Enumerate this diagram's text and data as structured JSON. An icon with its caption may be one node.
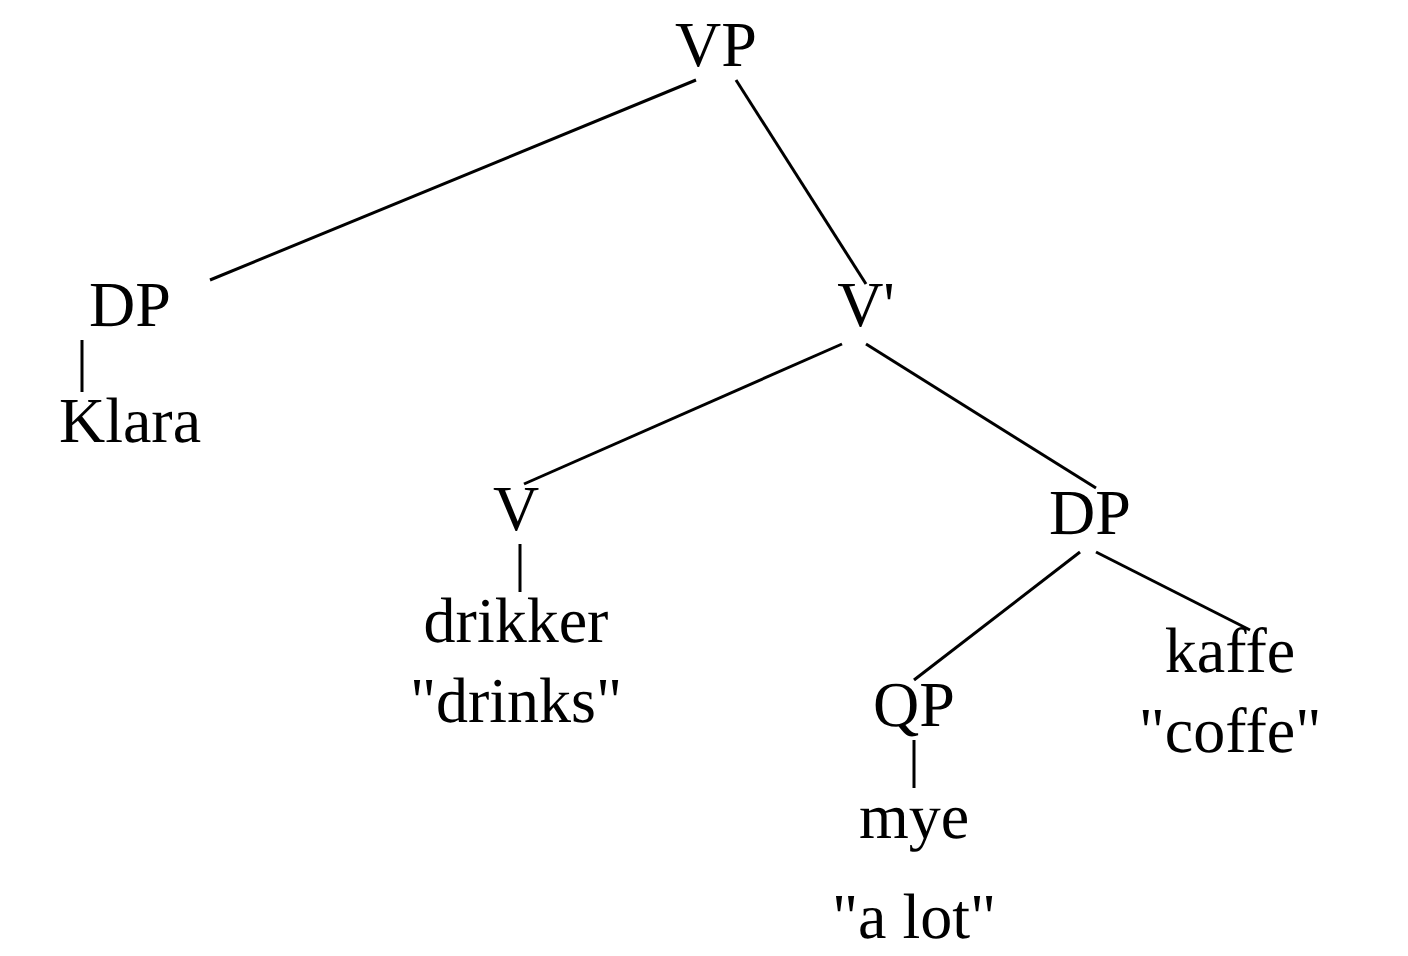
{
  "diagram": {
    "nodes": [
      {
        "text": [
          "VP"
        ]
      },
      {
        "text": [
          "DP"
        ]
      },
      {
        "text": [
          "Klara"
        ]
      },
      {
        "text": [
          "V'"
        ]
      },
      {
        "text": [
          "V"
        ]
      },
      {
        "text": [
          "drikker",
          "\"drinks\""
        ]
      },
      {
        "text": [
          "DP"
        ]
      },
      {
        "text": [
          "QP"
        ]
      },
      {
        "text": [
          "mye",
          "\"a lot\""
        ]
      },
      {
        "text": [
          "kaffe",
          "\"coffe\""
        ]
      }
    ],
    "edges": [
      {
        "from": 0,
        "to": 1,
        "arrow": "none"
      },
      {
        "from": 0,
        "to": 3,
        "arrow": "none"
      },
      {
        "from": 1,
        "to": 2,
        "arrow": "none"
      },
      {
        "from": 3,
        "to": 4,
        "arrow": "none"
      },
      {
        "from": 3,
        "to": 6,
        "arrow": "none"
      },
      {
        "from": 4,
        "to": 5,
        "arrow": "none"
      },
      {
        "from": 6,
        "to": 7,
        "arrow": "none"
      },
      {
        "from": 6,
        "to": 9,
        "arrow": "none"
      },
      {
        "from": 7,
        "to": 8,
        "arrow": "none"
      }
    ]
  }
}
